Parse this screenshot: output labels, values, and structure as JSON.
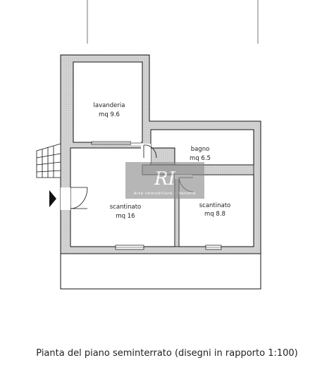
{
  "rooms": {
    "lavanderia": {
      "name": "lavanderia",
      "area": "mq 9.6"
    },
    "bagno": {
      "name": "bagno",
      "area": "mq 6.5"
    },
    "scantinato_left": {
      "name": "scantinato",
      "area": "mq 16"
    },
    "scantinato_right": {
      "name": "scantinato",
      "area": "mq 8.8"
    }
  },
  "watermark": {
    "letters": "RI",
    "text": "Arte Immobiliare – Vendite"
  },
  "caption": "Pianta del piano seminterrato (disegni in rapporto 1:100)",
  "colors": {
    "wall_fill": "#d2d2d2",
    "wall_stroke": "#111111",
    "watermark_bg": "#8a8a8a",
    "watermark_accent": "#5a78c8"
  }
}
